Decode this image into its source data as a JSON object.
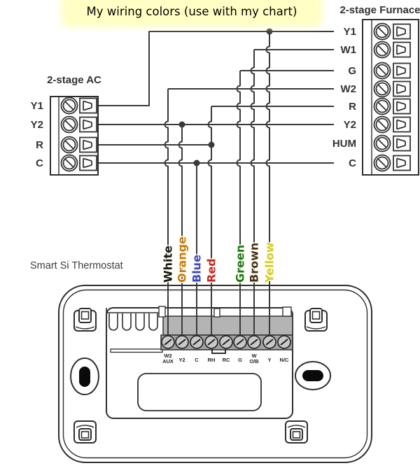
{
  "title": {
    "text": "My wiring colors (use with my chart)",
    "bg_color": "#ffffc5"
  },
  "furnace": {
    "label": "2-stage Furnace",
    "terminals": [
      "Y1",
      "W1",
      "G",
      "W2",
      "R",
      "Y2",
      "HUM",
      "C"
    ]
  },
  "ac": {
    "label": "2-stage AC",
    "terminals": [
      "Y1",
      "Y2",
      "R",
      "C"
    ]
  },
  "thermostat": {
    "label": "Smart Si Thermostat",
    "terminals": [
      {
        "l1": "W2",
        "l2": "AUX"
      },
      {
        "l1": "Y2"
      },
      {
        "l1": "C"
      },
      {
        "l1": "RH"
      },
      {
        "l1": "RC"
      },
      {
        "l1": "G"
      },
      {
        "l1": "W",
        "l2": "O/B"
      },
      {
        "l1": "Y"
      },
      {
        "l1": "N/C"
      }
    ],
    "jumper": "RH-RC"
  },
  "wires": [
    {
      "name": "White",
      "label_color": "#161616",
      "from": "Furnace W2",
      "to": "Thermostat W2/AUX"
    },
    {
      "name": "Orange",
      "label_color": "#c87d0e",
      "from": "Furnace Y2 + AC Y2",
      "to": "Thermostat Y2"
    },
    {
      "name": "Blue",
      "label_color": "#3a46c8",
      "from": "Furnace C + AC C",
      "to": "Thermostat C"
    },
    {
      "name": "Red",
      "label_color": "#c5262b",
      "from": "Furnace R + AC R",
      "to": "Thermostat RH"
    },
    {
      "name": "Green",
      "label_color": "#187818",
      "from": "Furnace G",
      "to": "Thermostat G"
    },
    {
      "name": "Brown",
      "label_color": "#46311d",
      "from": "Furnace W1",
      "to": "Thermostat W/O-B"
    },
    {
      "name": "Yellow",
      "label_color": "#d2ce24",
      "from": "Furnace Y1 + AC Y1",
      "to": "Thermostat Y"
    }
  ],
  "line_color": "#3a3a3a"
}
